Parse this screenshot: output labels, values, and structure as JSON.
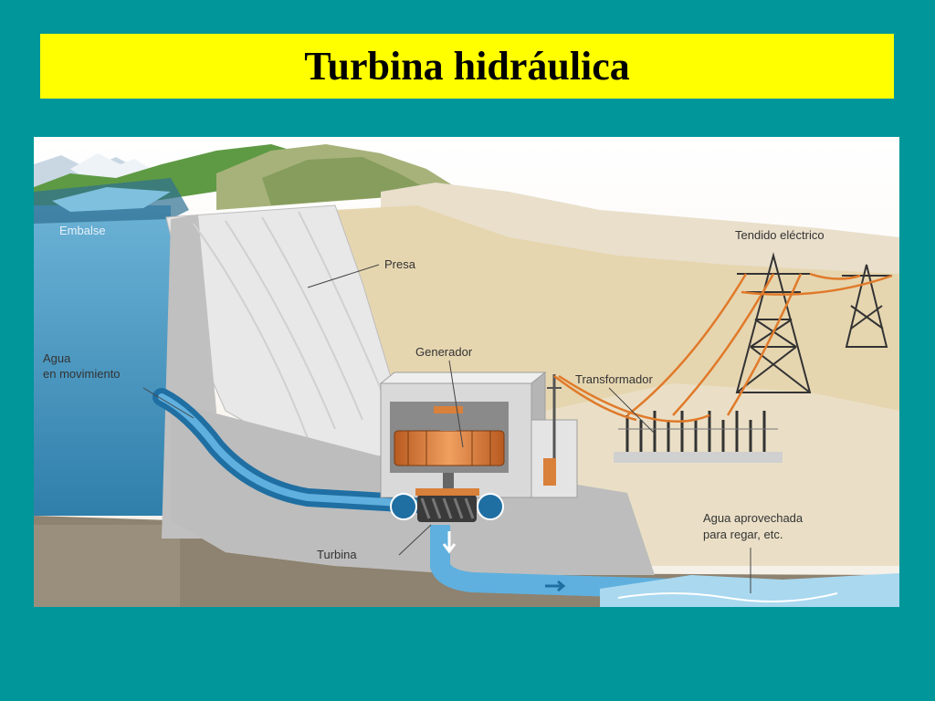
{
  "slide": {
    "title": "Turbina hidráulica"
  },
  "labels": {
    "embalse": "Embalse",
    "presa": "Presa",
    "agua_l1": "Agua",
    "agua_l2": "en movimiento",
    "generador": "Generador",
    "transformador": "Transformador",
    "tendido": "Tendido eléctrico",
    "turbina": "Turbina",
    "aprov_l1": "Agua aprovechada",
    "aprov_l2": "para regar, etc."
  },
  "colors": {
    "background": "#00969a",
    "title_bar": "#ffff00",
    "reservoir": "#3f8fb8",
    "concrete": "#c8c8c8",
    "cable": "#e07a2a",
    "generator": "#d9803a"
  }
}
